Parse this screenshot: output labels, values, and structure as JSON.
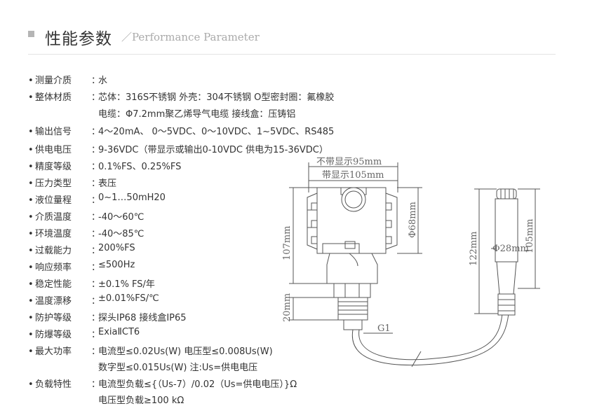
{
  "header": {
    "title": "性能参数",
    "subtitle": "／Performance Parameter"
  },
  "specs": [
    {
      "label": "测量介质",
      "value": "水"
    },
    {
      "label": "整体材质",
      "value": "芯体：316S不锈钢  外壳：304不锈钢 O型密封圈：氟橡胶"
    },
    {
      "label": "",
      "value": "电缆：Φ7.2mm聚乙烯导气电缆 接线盒：压铸铝"
    },
    {
      "label": "输出信号",
      "value": "4～20mA、 0～5VDC、0～10VDC、1~5VDC、RS485"
    },
    {
      "label": "供电电压",
      "value": "9-36VDC（带显示或输出0-10VDC  供电为15-36VDC）"
    },
    {
      "label": "精度等级",
      "value": "0.1%FS、0.25%FS"
    },
    {
      "label": "压力类型",
      "value": "表压"
    },
    {
      "label": "液位量程",
      "value": "0~1…50mH20"
    },
    {
      "label": "介质温度",
      "value": "-40～60℃"
    },
    {
      "label": "环境温度",
      "value": "-40～85℃"
    },
    {
      "label": "过载能力",
      "value": "200%FS"
    },
    {
      "label": "响应频率",
      "value": "≤500Hz"
    },
    {
      "label": "稳定性能",
      "value": "±0.1% FS/年"
    },
    {
      "label": "温度漂移",
      "value": "±0.01%FS/℃"
    },
    {
      "label": "防护等级",
      "value": "探头IP68 接线盒IP65"
    },
    {
      "label": "防爆等级",
      "value": "ExiaⅡCT6"
    },
    {
      "label": "最大功率",
      "value": "电流型≤0.02Us(W) 电压型≤0.008Us(W)"
    },
    {
      "label": "",
      "value": "数字型≤0.015Us(W)  注:Us=供电电压"
    },
    {
      "label": "负载特性",
      "value": "电流型负载≤{（Us-7）/0.02（Us=供电电压）}Ω"
    },
    {
      "label": "",
      "value": "电压型负载≥100 kΩ"
    }
  ],
  "bullet": "•",
  "separator": "：",
  "diagram": {
    "no_display_width": "不带显示95mm",
    "display_width": "带显示105mm",
    "housing_diameter": "Φ68mm",
    "total_height": "107mm",
    "thread_height": "20mm",
    "thread": "G1",
    "probe_diameter": "Φ28mm",
    "probe_length_outer": "122mm",
    "probe_length_inner": "105mm"
  }
}
